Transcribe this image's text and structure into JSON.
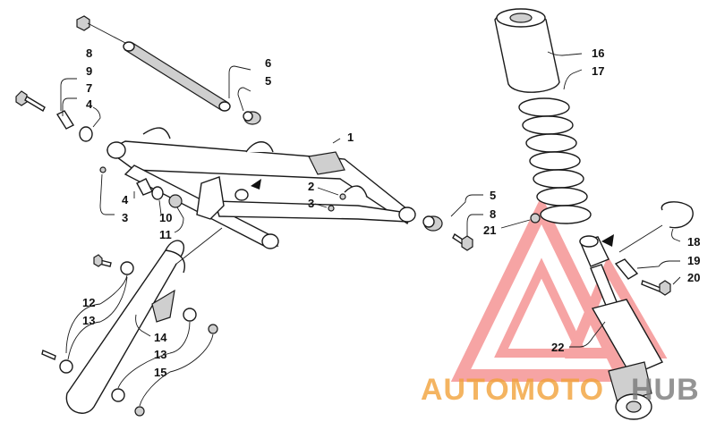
{
  "callouts": {
    "c1": "1",
    "c2": "2",
    "c3a": "3",
    "c3b": "3",
    "c4a": "4",
    "c4b": "4",
    "c5a": "5",
    "c5b": "5",
    "c6": "6",
    "c7": "7",
    "c8a": "8",
    "c8b": "8",
    "c9": "9",
    "c10": "10",
    "c11": "11",
    "c12": "12",
    "c13a": "13",
    "c13b": "13",
    "c14": "14",
    "c15": "15",
    "c16": "16",
    "c17": "17",
    "c18": "18",
    "c19": "19",
    "c20": "20",
    "c21": "21",
    "c22": "22"
  },
  "watermark": {
    "part1": "AUTOMOTO",
    "part2": "HUB",
    "color_primary": "#f2a23a",
    "color_secondary": "#7a7a7a",
    "logo_color": "#f05a5a"
  },
  "colors": {
    "ink": "#1a1a1a",
    "shade": "#cfcfcf"
  }
}
